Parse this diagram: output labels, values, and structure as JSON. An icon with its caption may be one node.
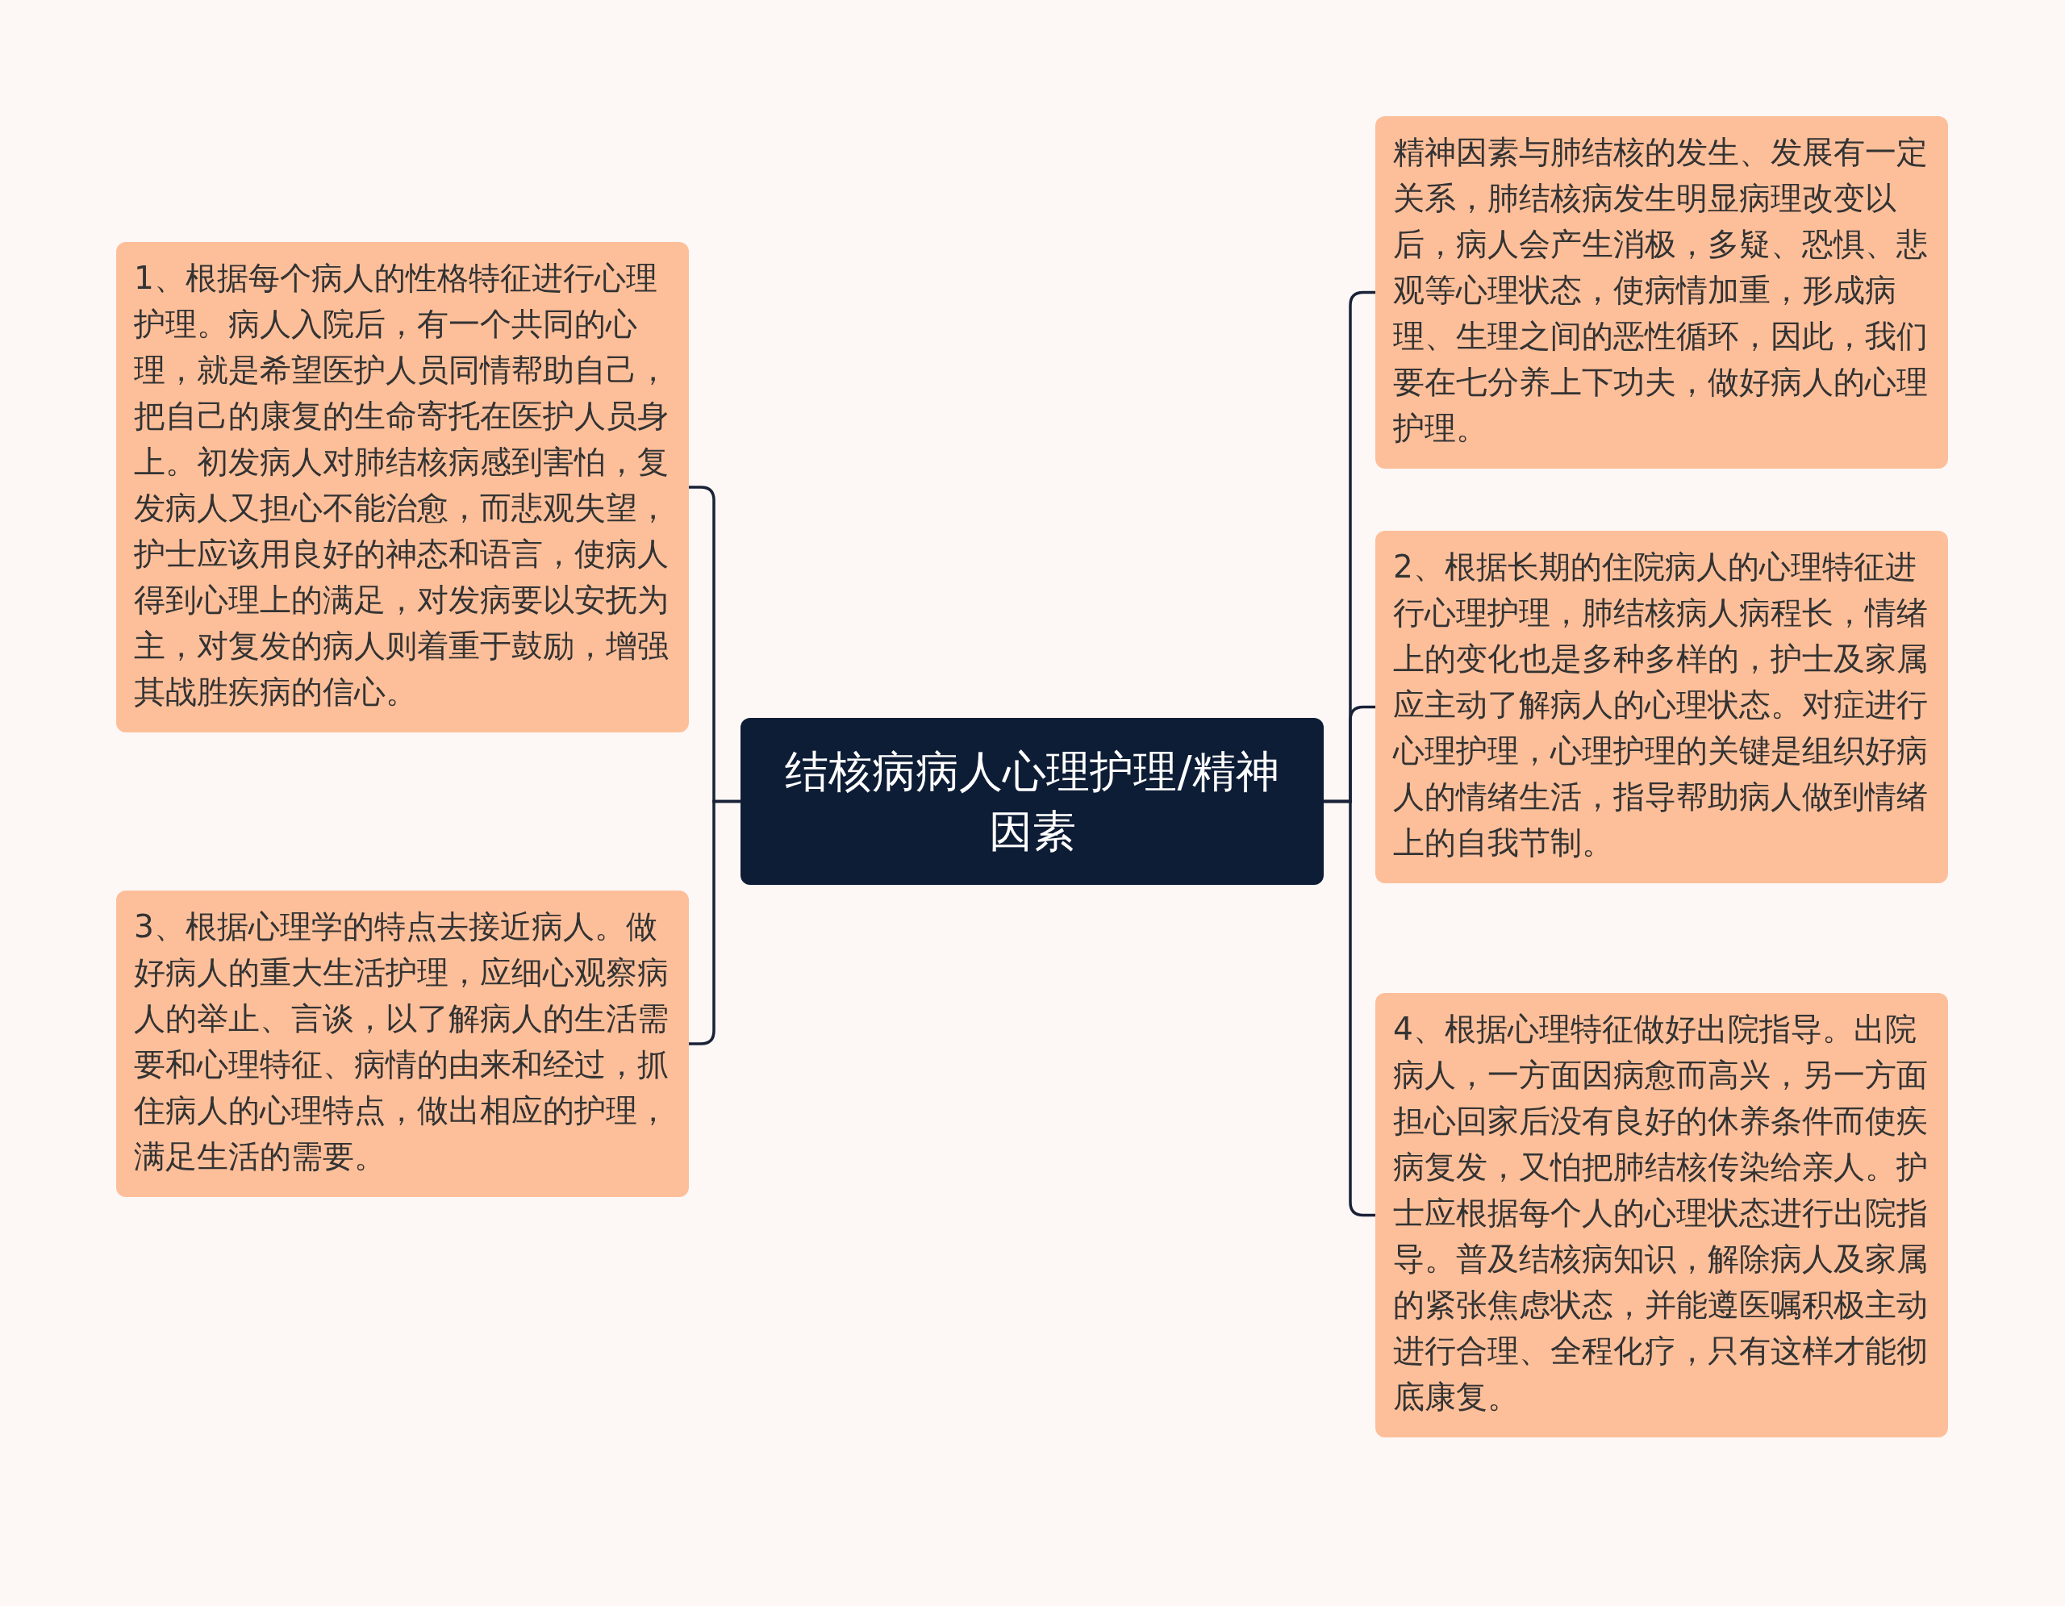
{
  "diagram": {
    "nodes": [
      {
        "text": [
          "结核病病人心理护理/精神因素"
        ]
      },
      {
        "text": [
          "1、根据每个病人的性格特征进行心理护理。病人入院后，有一个共同的心理，就是希望医护人员同情帮助自己，把自己的康复的生命寄托在医护人员身上。初发病人对肺结核病感到害怕，复发病人又担心不能治愈，而悲观失望，护士应该用良好的神态和语言，使病人得到心理上的满足，对发病要以安抚为主，对复发的病人则着重于鼓励，增强其战胜疾病的信心。"
        ]
      },
      {
        "text": [
          "3、根据心理学的特点去接近病人。做好病人的重大生活护理，应细心观察病人的举止、言谈，以了解病人的生活需要和心理特征、病情的由来和经过，抓住病人的心理特点，做出相应的护理，满足生活的需要。"
        ]
      },
      {
        "text": [
          "精神因素与肺结核的发生、发展有一定关系，肺结核病发生明显病理改变以后，病人会产生消极，多疑、恐惧、悲观等心理状态，使病情加重，形成病理、生理之间的恶性循环，因此，我们要在七分养上下功夫，做好病人的心理护理。"
        ]
      },
      {
        "text": [
          "2、根据长期的住院病人的心理特征进行心理护理，肺结核病人病程长，情绪上的变化也是多种多样的，护士及家属应主动了解病人的心理状态。对症进行心理护理，心理护理的关键是组织好病人的情绪生活，指导帮助病人做到情绪上的自我节制。"
        ]
      },
      {
        "text": [
          "4、根据心理特征做好出院指导。出院病人，一方面因病愈而高兴，另一方面担心回家后没有良好的休养条件而使疾病复发，又怕把肺结核传染给亲人。护士应根据每个人的心理状态进行出院指导。普及结核病知识，解除病人及家属的紧张焦虑状态，并能遵医嘱积极主动进行合理、全程化疗，只有这样才能彻底康复。"
        ]
      }
    ],
    "edges": [
      {
        "from": 0,
        "to": 1,
        "arrow": "none"
      },
      {
        "from": 0,
        "to": 2,
        "arrow": "none"
      },
      {
        "from": 0,
        "to": 3,
        "arrow": "none"
      },
      {
        "from": 0,
        "to": 4,
        "arrow": "none"
      },
      {
        "from": 0,
        "to": 5,
        "arrow": "none"
      }
    ]
  }
}
